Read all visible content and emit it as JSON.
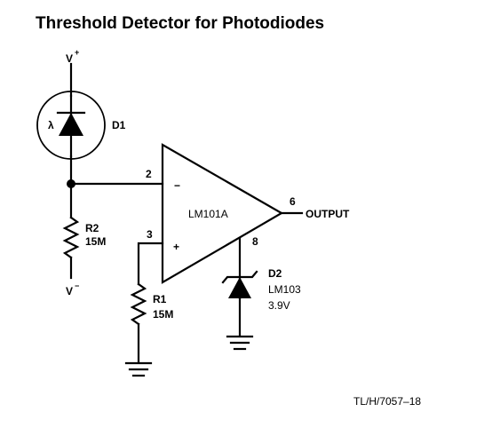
{
  "title": "Threshold Detector for Photodiodes",
  "supply": {
    "positive_base": "V",
    "positive_sup": "+",
    "negative_base": "V",
    "negative_sup": "−"
  },
  "photodiode": {
    "lambda_label": "λ",
    "designator": "D1"
  },
  "op_amp": {
    "part": "LM101A",
    "inverting_symbol": "−",
    "noninverting_symbol": "+",
    "pin_inverting": "2",
    "pin_noninverting": "3",
    "pin_output": "6",
    "pin_comp": "8"
  },
  "output_label": "OUTPUT",
  "resistor_r2": {
    "designator": "R2",
    "value": "15M"
  },
  "resistor_r1": {
    "designator": "R1",
    "value": "15M"
  },
  "zener_d2": {
    "designator": "D2",
    "part": "LM103",
    "voltage": "3.9V"
  },
  "figure_ref": "TL/H/7057–18"
}
